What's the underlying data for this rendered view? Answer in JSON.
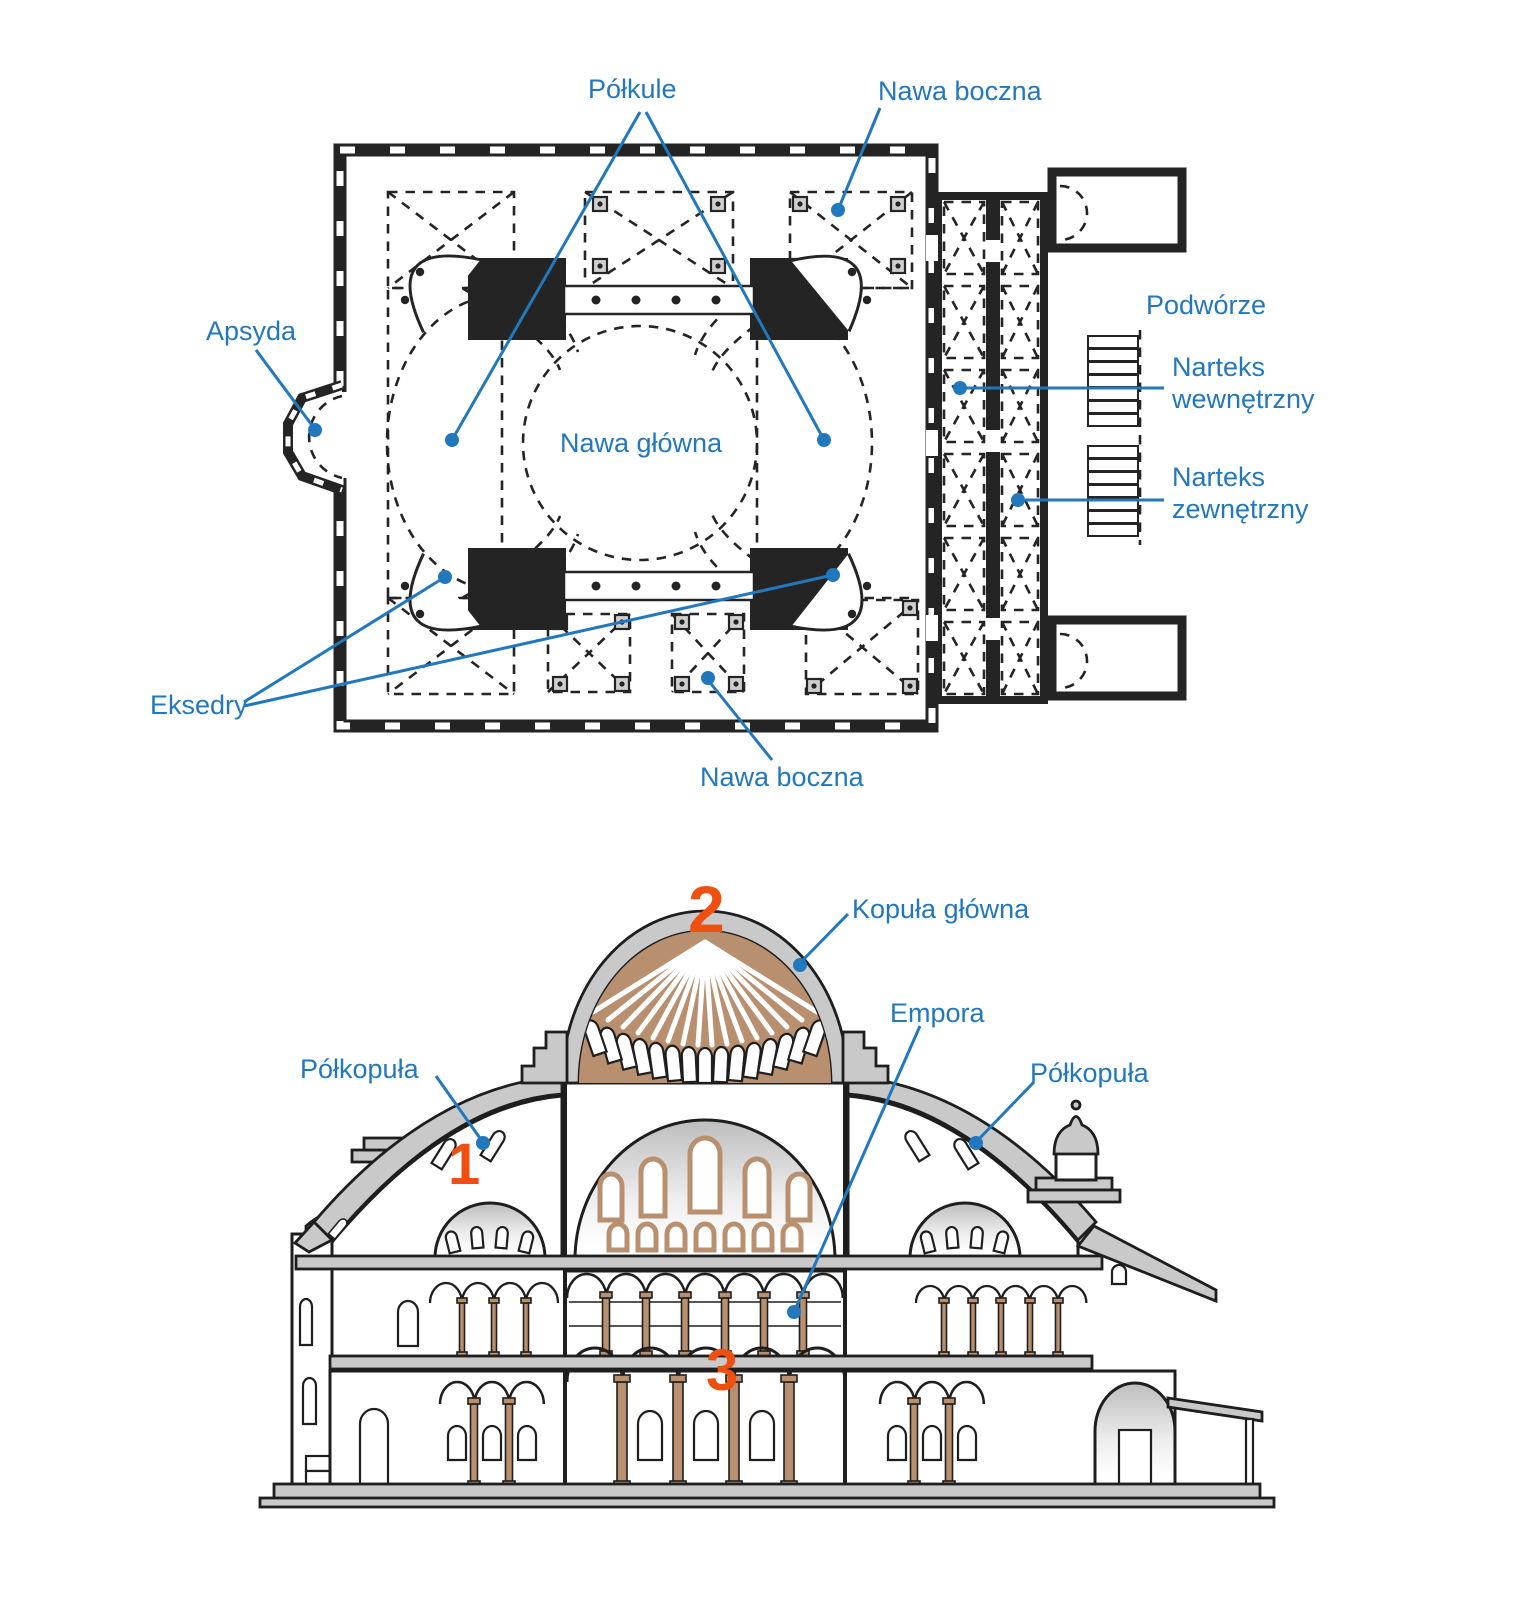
{
  "colors": {
    "blue": "#2278bd",
    "orange": "#f0500f",
    "brown": "#b9906f",
    "shell": "#c9c9c9",
    "ink": "#1e1e1e",
    "plan_black": "#242424"
  },
  "plan": {
    "labels": {
      "polkule": "Półkule",
      "nawa_boczna_top": "Nawa boczna",
      "apsyda": "Apsyda",
      "nawa_glowna": "Nawa główna",
      "podworze": "Podwórze",
      "narteks_wewnetrzny": "Narteks wewnętrzny",
      "narteks_zewnetrzny": "Narteks zewnętrzny",
      "eksedry": "Eksedry",
      "nawa_boczna_bottom": "Nawa boczna"
    }
  },
  "section": {
    "labels": {
      "kopula_glowna": "Kopuła główna",
      "empora": "Empora",
      "polkopula_left": "Półkopuła",
      "polkopula_right": "Półkopuła"
    },
    "markers": {
      "m1": "1",
      "m2": "2",
      "m3": "3"
    }
  }
}
